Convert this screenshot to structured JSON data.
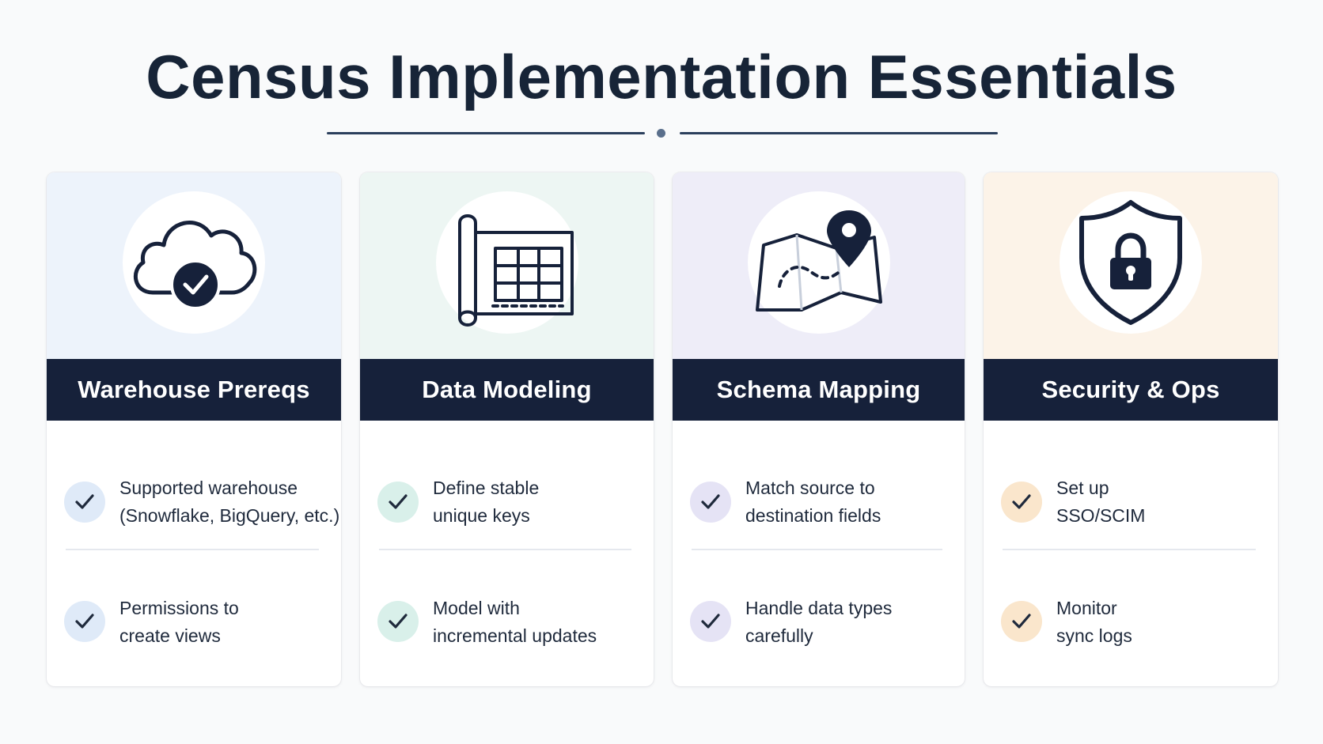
{
  "title": "Census Implementation Essentials",
  "cards": [
    {
      "heading": "Warehouse Prereqs",
      "icon": "cloud-check-icon",
      "tint": "#edf3fb",
      "check_bg": "#dfeaf8",
      "items": [
        {
          "lines": [
            "Supported warehouse",
            "(Snowflake, BigQuery, etc.)"
          ]
        },
        {
          "lines": [
            "Permissions to",
            "create views"
          ]
        }
      ]
    },
    {
      "heading": "Data Modeling",
      "icon": "blueprint-grid-icon",
      "tint": "#edf6f3",
      "check_bg": "#d9f0ea",
      "items": [
        {
          "lines": [
            "Define stable",
            "unique keys"
          ]
        },
        {
          "lines": [
            "Model with",
            "incremental updates"
          ]
        }
      ]
    },
    {
      "heading": "Schema Mapping",
      "icon": "map-pin-icon",
      "tint": "#eeedf8",
      "check_bg": "#e5e3f5",
      "items": [
        {
          "lines": [
            "Match source to",
            "destination fields"
          ]
        },
        {
          "lines": [
            "Handle data types",
            "carefully"
          ]
        }
      ]
    },
    {
      "heading": "Security & Ops",
      "icon": "shield-lock-icon",
      "tint": "#fcf3e8",
      "check_bg": "#fae6cc",
      "items": [
        {
          "lines": [
            "Set up",
            "SSO/SCIM"
          ]
        },
        {
          "lines": [
            "Monitor",
            "sync logs"
          ]
        }
      ]
    }
  ]
}
